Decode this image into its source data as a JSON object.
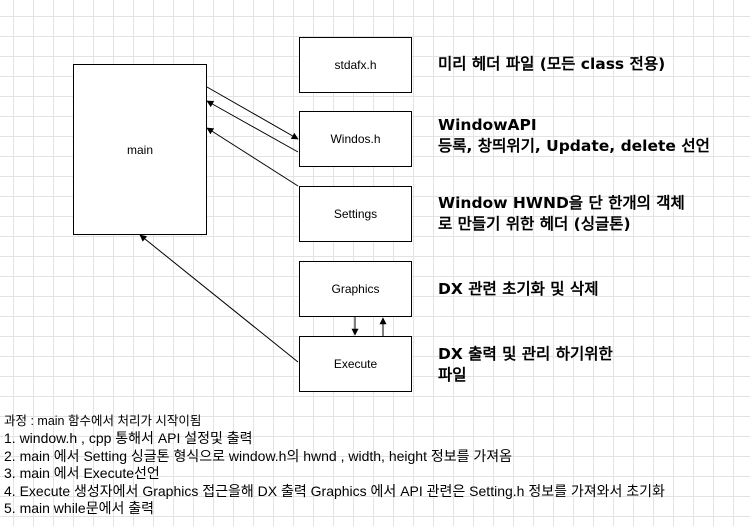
{
  "boxes": {
    "main": "main",
    "stdafx": "stdafx.h",
    "windos": "Windos.h",
    "settings": "Settings",
    "graphics": "Graphics",
    "execute": "Execute"
  },
  "descriptions": {
    "stdafx": "미리 헤더 파일 (모든 class 전용)",
    "windos_line1": "WindowAPI",
    "windos_line2": "등록, 창띄위기, Update, delete 선언",
    "settings_line1": "Window HWND을 단 한개의 객체",
    "settings_line2": "로 만들기 위한 헤더 (싱글톤)",
    "graphics": "DX 관련 초기화 및 삭제",
    "execute_line1": "DX 출력 및 관리 하기위한",
    "execute_line2": "파일"
  },
  "notes": {
    "title": "과정 : main 함수에서 처리가 시작이됨",
    "steps": [
      "1. window.h , cpp 통해서 API 설정및 출력",
      "2. main 에서 Setting 싱글톤 형식으로 window.h의 hwnd , width, height 정보를 가져옴",
      "3. main 에서 Execute선언",
      "4. Execute 생성자에서 Graphics 접근을해 DX 출력 Graphics 에서 API 관련은 Setting.h 정보를 가져와서 초기화",
      "5. main while문에서 출력"
    ]
  }
}
